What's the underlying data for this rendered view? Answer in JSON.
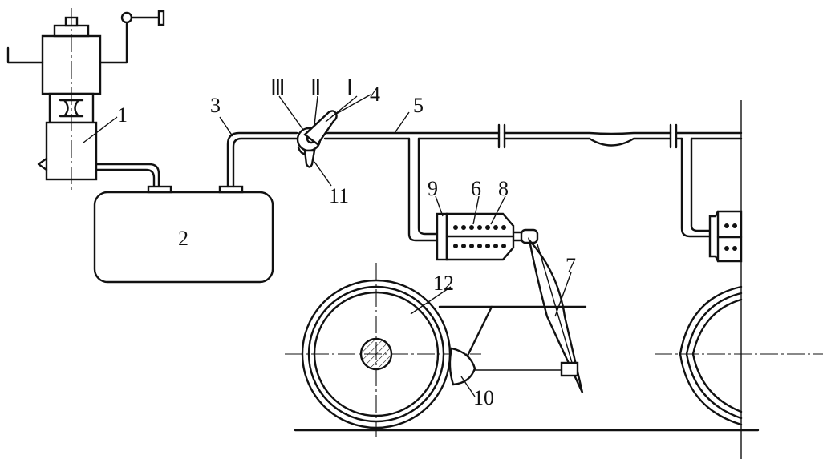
{
  "labels": {
    "n1": "1",
    "n2": "2",
    "n3": "3",
    "n4": "4",
    "n5": "5",
    "n6": "6",
    "n7": "7",
    "n8": "8",
    "n9": "9",
    "n10": "10",
    "n11": "11",
    "n12": "12",
    "pos_III": "Ⅲ",
    "pos_II": "Ⅱ",
    "pos_I": "Ⅰ"
  }
}
